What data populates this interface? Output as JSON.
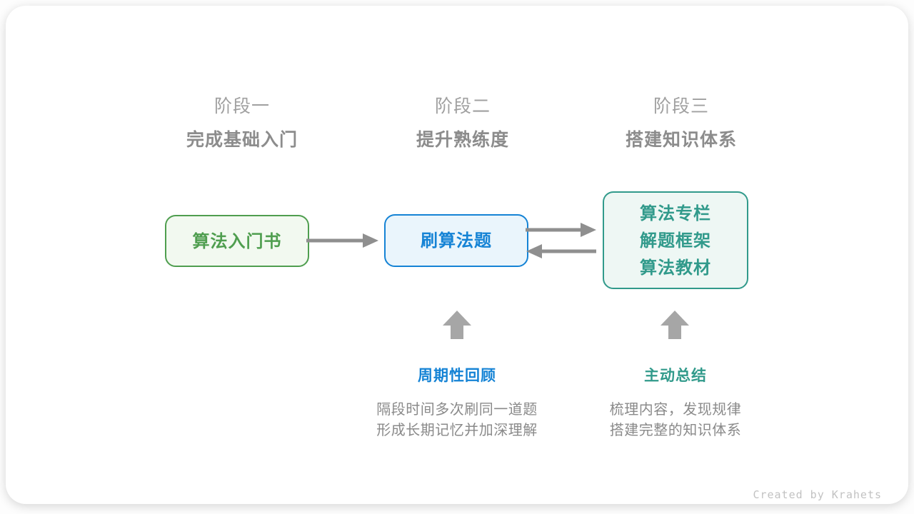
{
  "colors": {
    "green": "#4f9e4f",
    "green-bg": "#f2f9f0",
    "blue": "#1583d5",
    "blue-bg": "#eaf5fc",
    "teal": "#319a8b",
    "teal-bg": "#eef7f4",
    "gray-label": "#a0a0a0",
    "gray-strong": "#8c8c8c",
    "gray-desc": "#8a8a8a",
    "arrow": "#8f8f8f",
    "arrow-block": "#a6a6a6",
    "footer": "#c2c2c2"
  },
  "stages": [
    {
      "label": "阶段一",
      "subtitle": "完成基础入门"
    },
    {
      "label": "阶段二",
      "subtitle": "提升熟练度"
    },
    {
      "label": "阶段三",
      "subtitle": "搭建知识体系"
    }
  ],
  "nodes": [
    {
      "label": "算法入门书",
      "theme": "green"
    },
    {
      "label": "刷算法题",
      "theme": "blue"
    },
    {
      "lines": [
        "算法专栏",
        "解题框架",
        "算法教材"
      ],
      "theme": "teal"
    }
  ],
  "annotations": [
    {
      "title": "周期性回顾",
      "theme": "blue",
      "desc_lines": [
        "隔段时间多次刷同一道题",
        "形成长期记忆并加深理解"
      ]
    },
    {
      "title": "主动总结",
      "theme": "teal",
      "desc_lines": [
        "梳理内容，发现规律",
        "搭建完整的知识体系"
      ]
    }
  ],
  "footer": {
    "credit": "Created by Krahets"
  }
}
